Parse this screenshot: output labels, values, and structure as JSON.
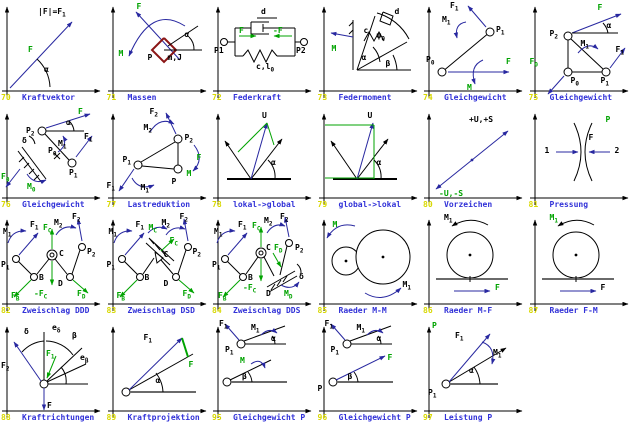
{
  "page": {
    "background": "#ffffff",
    "grid_columns": 6,
    "grid_rows": 4
  },
  "colors": {
    "number": "#d8d800",
    "caption": "#3232d8",
    "black": "#000000",
    "blue": "#2828a0",
    "green": "#00a300",
    "red": "#8b1616",
    "gray": "#6a6a6a"
  },
  "cells": [
    {
      "number": "70",
      "caption": "Kraftvektor",
      "labels": [
        [
          "|F|=F_1",
          "k",
          38,
          8
        ],
        [
          "F",
          "g",
          28,
          46
        ],
        [
          "α",
          "k",
          44,
          66
        ]
      ]
    },
    {
      "number": "71",
      "caption": "Massen",
      "labels": [
        [
          "F",
          "g",
          31,
          3
        ],
        [
          "M",
          "g",
          13,
          50
        ],
        [
          "P",
          "k",
          42,
          54
        ],
        [
          "m,J",
          "k",
          62,
          54
        ],
        [
          "α",
          "k",
          79,
          31
        ]
      ]
    },
    {
      "number": "72",
      "caption": "Federkraft",
      "labels": [
        [
          "d",
          "k",
          50,
          8
        ],
        [
          "F",
          "g",
          28,
          27
        ],
        [
          "-F",
          "g",
          62,
          27
        ],
        [
          "P1",
          "k",
          3,
          47
        ],
        [
          "P2",
          "k",
          85,
          47
        ],
        [
          "c,l_0",
          "k",
          45,
          63
        ]
      ]
    },
    {
      "number": "73",
      "caption": "Federmoment",
      "labels": [
        [
          "d",
          "k",
          78,
          8
        ],
        [
          "c",
          "k",
          47,
          27
        ],
        [
          "ψ_0",
          "k",
          60,
          32
        ],
        [
          "M",
          "g",
          15,
          45
        ],
        [
          "α",
          "k",
          45,
          54
        ],
        [
          "β",
          "k",
          69,
          60
        ]
      ]
    },
    {
      "number": "74",
      "caption": "Gleichgewicht",
      "labels": [
        [
          "F_1",
          "k",
          28,
          2
        ],
        [
          "M_1",
          "k",
          20,
          16
        ],
        [
          "P_0",
          "k",
          4,
          56
        ],
        [
          "P_1",
          "k",
          74,
          26
        ],
        [
          "F",
          "g",
          84,
          58
        ],
        [
          "M",
          "g",
          45,
          84
        ]
      ]
    },
    {
      "number": "75",
      "caption": "Gleichgewicht",
      "labels": [
        [
          "P_2",
          "k",
          22,
          30
        ],
        [
          "F",
          "g",
          70,
          4
        ],
        [
          "α",
          "k",
          79,
          22
        ],
        [
          "M_1",
          "k",
          53,
          40
        ],
        [
          "F_1",
          "k",
          88,
          46
        ],
        [
          "F_0",
          "g",
          2,
          58
        ],
        [
          "P_0",
          "k",
          43,
          77
        ],
        [
          "P_1",
          "k",
          73,
          77
        ]
      ]
    },
    {
      "number": "76",
      "caption": "Gleichgewicht",
      "labels": [
        [
          "P_2",
          "k",
          26,
          20
        ],
        [
          "F",
          "g",
          78,
          1
        ],
        [
          "α",
          "k",
          66,
          12
        ],
        [
          "F_1",
          "k",
          84,
          26
        ],
        [
          "M_1",
          "k",
          58,
          33
        ],
        [
          "P_0",
          "k",
          48,
          40
        ],
        [
          "P_1",
          "k",
          69,
          62
        ],
        [
          "F_0",
          "g",
          1,
          66
        ],
        [
          "M_0",
          "g",
          27,
          76
        ],
        [
          "δ",
          "k",
          22,
          30
        ]
      ]
    },
    {
      "number": "77",
      "caption": "Lastreduktion",
      "labels": [
        [
          "F_2",
          "k",
          44,
          1
        ],
        [
          "M_2",
          "k",
          38,
          17
        ],
        [
          "P_2",
          "k",
          79,
          27
        ],
        [
          "P_1",
          "k",
          17,
          49
        ],
        [
          "F",
          "g",
          91,
          47
        ],
        [
          "M",
          "g",
          81,
          63
        ],
        [
          "P",
          "k",
          66,
          71
        ],
        [
          "F_1",
          "k",
          1,
          75
        ],
        [
          "M_1",
          "k",
          35,
          77
        ]
      ]
    },
    {
      "number": "78",
      "caption": "lokal->global",
      "labels": [
        [
          "U",
          "k",
          51,
          5
        ],
        [
          "α",
          "k",
          60,
          52
        ]
      ]
    },
    {
      "number": "79",
      "caption": "global->lokal",
      "labels": [
        [
          "U",
          "k",
          51,
          5
        ],
        [
          "α",
          "k",
          60,
          52
        ]
      ]
    },
    {
      "number": "80",
      "caption": "Vorzeichen",
      "labels": [
        [
          "+U,+S",
          "k",
          47,
          9
        ],
        [
          "-U,-S",
          "g",
          17,
          83
        ]
      ]
    },
    {
      "number": "81",
      "caption": "Pressung",
      "labels": [
        [
          "1",
          "k",
          17,
          40
        ],
        [
          "2",
          "k",
          87,
          40
        ],
        [
          "F",
          "k",
          61,
          27
        ],
        [
          "P",
          "g",
          78,
          9
        ]
      ]
    },
    {
      "number": "82",
      "caption": "Zweischlag DDD",
      "labels": [
        [
          "M_1",
          "k",
          3,
          15
        ],
        [
          "F_1",
          "k",
          30,
          8
        ],
        [
          "F_C",
          "g",
          43,
          11
        ],
        [
          "M_2",
          "k",
          54,
          6
        ],
        [
          "F_2",
          "k",
          72,
          0
        ],
        [
          "P_1",
          "k",
          1,
          48
        ],
        [
          "B",
          "k",
          39,
          61
        ],
        [
          "C",
          "k",
          59,
          37
        ],
        [
          "D",
          "k",
          58,
          67
        ],
        [
          "P_2",
          "k",
          87,
          35
        ],
        [
          "-F_C",
          "g",
          34,
          77
        ],
        [
          "F_B",
          "g",
          11,
          79
        ],
        [
          "F_D",
          "g",
          77,
          77
        ]
      ]
    },
    {
      "number": "83",
      "caption": "Zweischlag DSD",
      "labels": [
        [
          "M_1",
          "k",
          3,
          15
        ],
        [
          "F_1",
          "k",
          30,
          8
        ],
        [
          "M_C",
          "g",
          43,
          11
        ],
        [
          "M_2",
          "k",
          56,
          6
        ],
        [
          "F_2",
          "k",
          74,
          0
        ],
        [
          "F_C",
          "g",
          64,
          24
        ],
        [
          "P_1",
          "k",
          1,
          48
        ],
        [
          "B",
          "k",
          39,
          61
        ],
        [
          "C",
          "k",
          58,
          38
        ],
        [
          "D",
          "k",
          58,
          67
        ],
        [
          "P_2",
          "k",
          87,
          35
        ],
        [
          "F_B",
          "g",
          11,
          79
        ],
        [
          "F_D",
          "g",
          77,
          77
        ]
      ]
    },
    {
      "number": "84",
      "caption": "Zweischlag DDS",
      "labels": [
        [
          "M_1",
          "k",
          3,
          15
        ],
        [
          "F_1",
          "k",
          27,
          8
        ],
        [
          "F_C",
          "g",
          41,
          9
        ],
        [
          "M_2",
          "k",
          53,
          4
        ],
        [
          "F_2",
          "k",
          69,
          0
        ],
        [
          "C",
          "k",
          55,
          31
        ],
        [
          "F_D",
          "g",
          63,
          31
        ],
        [
          "P_2",
          "k",
          84,
          31
        ],
        [
          "P_1",
          "k",
          1,
          48
        ],
        [
          "B",
          "k",
          37,
          61
        ],
        [
          "-F_C",
          "g",
          32,
          71
        ],
        [
          "D",
          "k",
          55,
          77
        ],
        [
          "M_D",
          "g",
          73,
          77
        ],
        [
          "δ",
          "k",
          88,
          60
        ],
        [
          "F_B",
          "g",
          7,
          79
        ]
      ]
    },
    {
      "number": "85",
      "caption": "Raeder M-M",
      "labels": [
        [
          "M",
          "g",
          16,
          8
        ],
        [
          "M_1",
          "k",
          86,
          68
        ]
      ]
    },
    {
      "number": "86",
      "caption": "Raeder M-F",
      "labels": [
        [
          "M_1",
          "k",
          22,
          1
        ],
        [
          "F",
          "g",
          73,
          71
        ]
      ]
    },
    {
      "number": "87",
      "caption": "Raeder F-M",
      "labels": [
        [
          "M_1",
          "g",
          22,
          1
        ],
        [
          "F",
          "k",
          73,
          71
        ]
      ]
    },
    {
      "number": "88",
      "caption": "Kraftrichtungen",
      "labels": [
        [
          "δ",
          "k",
          24,
          8
        ],
        [
          "e_δ",
          "k",
          52,
          4
        ],
        [
          "β",
          "k",
          72,
          12
        ],
        [
          "e_β",
          "k",
          80,
          34
        ],
        [
          "F_2",
          "k",
          1,
          42
        ],
        [
          "F_1",
          "g",
          46,
          30
        ],
        [
          "F",
          "k",
          47,
          82
        ]
      ]
    },
    {
      "number": "89",
      "caption": "Kraftprojektion",
      "labels": [
        [
          "F_1",
          "k",
          38,
          14
        ],
        [
          "F",
          "g",
          83,
          41
        ],
        [
          "α",
          "k",
          50,
          57
        ]
      ]
    },
    {
      "number": "95",
      "caption": "Gleichgewicht P",
      "labels": [
        [
          "F_1",
          "k",
          8,
          0
        ],
        [
          "M_1",
          "k",
          40,
          4
        ],
        [
          "P_1",
          "k",
          14,
          26
        ],
        [
          "α",
          "k",
          60,
          15
        ],
        [
          "M",
          "g",
          29,
          37
        ],
        [
          "β",
          "k",
          31,
          53
        ]
      ]
    },
    {
      "number": "96",
      "caption": "Gleichgewicht P",
      "labels": [
        [
          "F_1",
          "k",
          8,
          0
        ],
        [
          "M_1",
          "k",
          40,
          4
        ],
        [
          "P_1",
          "k",
          14,
          26
        ],
        [
          "α",
          "k",
          60,
          15
        ],
        [
          "F",
          "g",
          71,
          34
        ],
        [
          "P",
          "k",
          1,
          65
        ],
        [
          "β",
          "k",
          31,
          53
        ]
      ]
    },
    {
      "number": "97",
      "caption": "Leistung P",
      "labels": [
        [
          "P",
          "g",
          10,
          2
        ],
        [
          "F_1",
          "k",
          33,
          12
        ],
        [
          "M_1",
          "k",
          71,
          29
        ],
        [
          "α",
          "k",
          47,
          47
        ],
        [
          "P_1",
          "k",
          6,
          69
        ]
      ]
    }
  ]
}
